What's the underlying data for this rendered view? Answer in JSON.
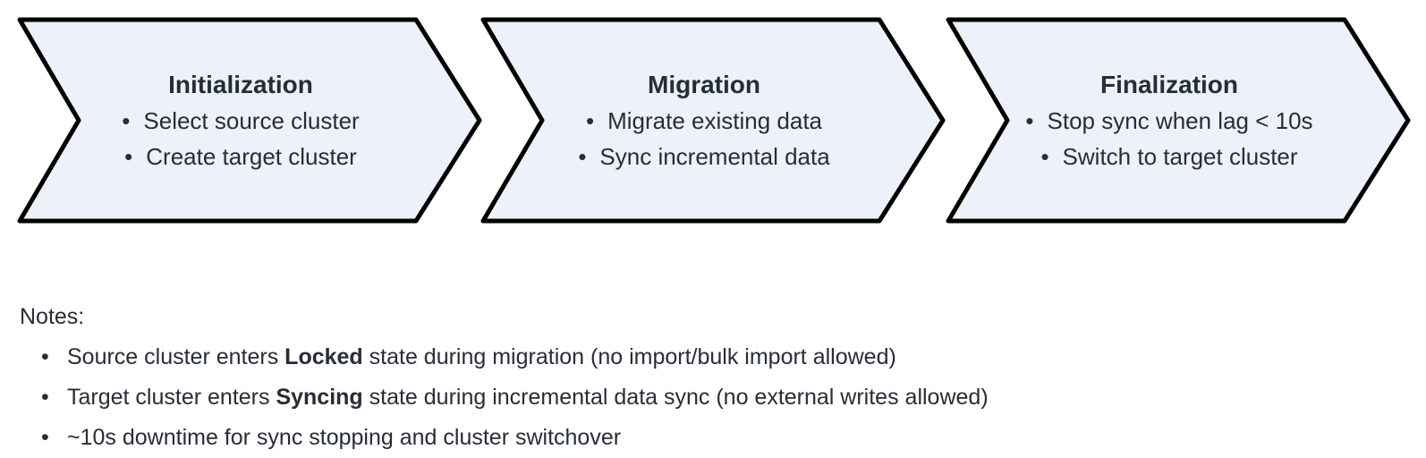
{
  "colors": {
    "shape_fill": "#ecf1fa",
    "shape_stroke": "#000000",
    "text": "#272d38",
    "background": "#ffffff"
  },
  "stages": [
    {
      "title": "Initialization",
      "bullets": [
        "Select source cluster",
        "Create target cluster"
      ]
    },
    {
      "title": "Migration",
      "bullets": [
        "Migrate existing data",
        "Sync incremental data"
      ]
    },
    {
      "title": "Finalization",
      "bullets": [
        "Stop sync when lag < 10s",
        "Switch to target cluster"
      ]
    }
  ],
  "notes": {
    "heading": "Notes:",
    "items": [
      {
        "prefix": "Source cluster enters ",
        "bold": "Locked",
        "suffix": " state during migration (no import/bulk import allowed)"
      },
      {
        "prefix": "Target cluster enters ",
        "bold": "Syncing",
        "suffix": " state during incremental data sync (no external writes allowed)"
      },
      {
        "prefix": "~10s downtime for sync stopping and cluster switchover",
        "bold": "",
        "suffix": ""
      }
    ]
  }
}
